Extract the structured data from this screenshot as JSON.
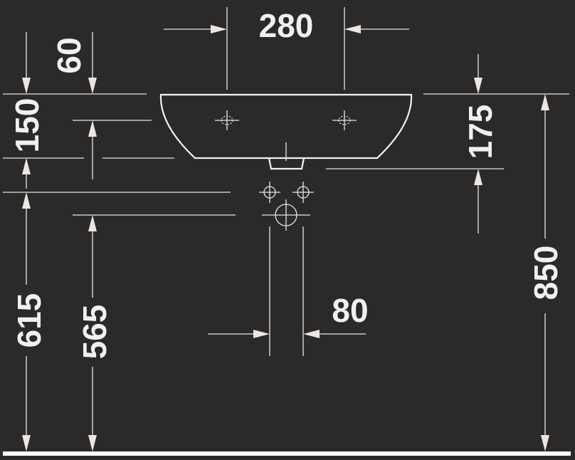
{
  "dimensions": {
    "tap_hole_spacing": "280",
    "top_to_tap_hole": "60",
    "basin_rim_height": "150",
    "front_depth": "175",
    "overall_height": "850",
    "fixing_height": "615",
    "waste_outlet_height": "565",
    "waste_pipe_width": "80"
  },
  "colors": {
    "background": "#2b2a29",
    "lines": "#e9e6e4",
    "text": "#f2f0ee"
  }
}
